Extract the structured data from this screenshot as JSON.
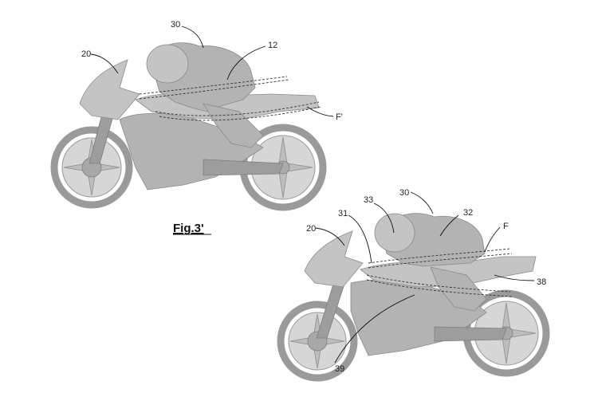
{
  "caption": "Fig.3'",
  "fig_top_labels": {
    "fairing": "20",
    "rider": "30",
    "arm": "12",
    "flow": "F'"
  },
  "fig_bottom_labels": {
    "fairing": "20",
    "rider": "30",
    "gap": "31",
    "helmet": "33",
    "back": "32",
    "flow": "F",
    "tail": "38",
    "side": "39"
  },
  "colors": {
    "body": "#b3b3b3",
    "line": "#111111"
  }
}
